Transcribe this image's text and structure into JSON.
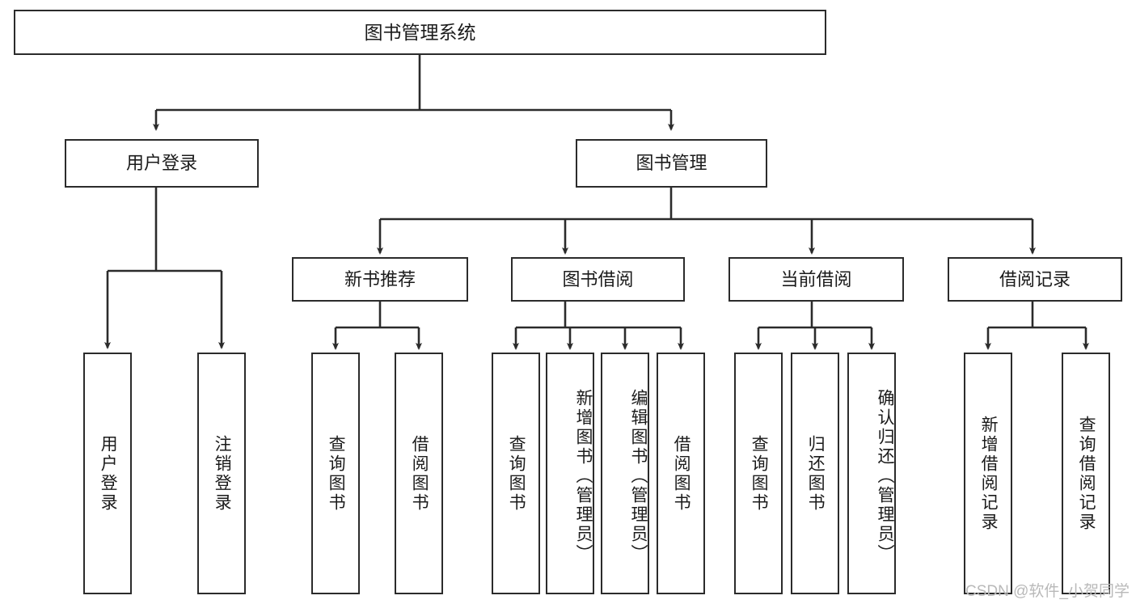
{
  "diagram": {
    "title": "图书管理系统",
    "type": "tree",
    "root": {
      "label": "图书管理系统"
    },
    "level2": [
      {
        "label": "用户登录"
      },
      {
        "label": "图书管理"
      }
    ],
    "level3": [
      {
        "label": "新书推荐"
      },
      {
        "label": "图书借阅"
      },
      {
        "label": "当前借阅"
      },
      {
        "label": "借阅记录"
      }
    ],
    "leaves": {
      "user_login": [
        {
          "label": "用户登录"
        },
        {
          "label": "注销登录"
        }
      ],
      "new_book_recommend": [
        {
          "label": "查询图书"
        },
        {
          "label": "借阅图书"
        }
      ],
      "book_borrow": [
        {
          "label": "查询图书"
        },
        {
          "label": "新增图书（管理员）"
        },
        {
          "label": "编辑图书（管理员）"
        },
        {
          "label": "借阅图书"
        }
      ],
      "current_borrow": [
        {
          "label": "查询图书"
        },
        {
          "label": "归还图书"
        },
        {
          "label": "确认归还（管理员）"
        }
      ],
      "borrow_record": [
        {
          "label": "新增借阅记录"
        },
        {
          "label": "查询借阅记录"
        }
      ]
    },
    "watermark": "CSDN @软件_小贺同学",
    "colors": {
      "stroke": "#2b2b2b",
      "fill": "#ffffff",
      "text": "#1b1b1b",
      "watermark": "#b9b9b9"
    }
  }
}
